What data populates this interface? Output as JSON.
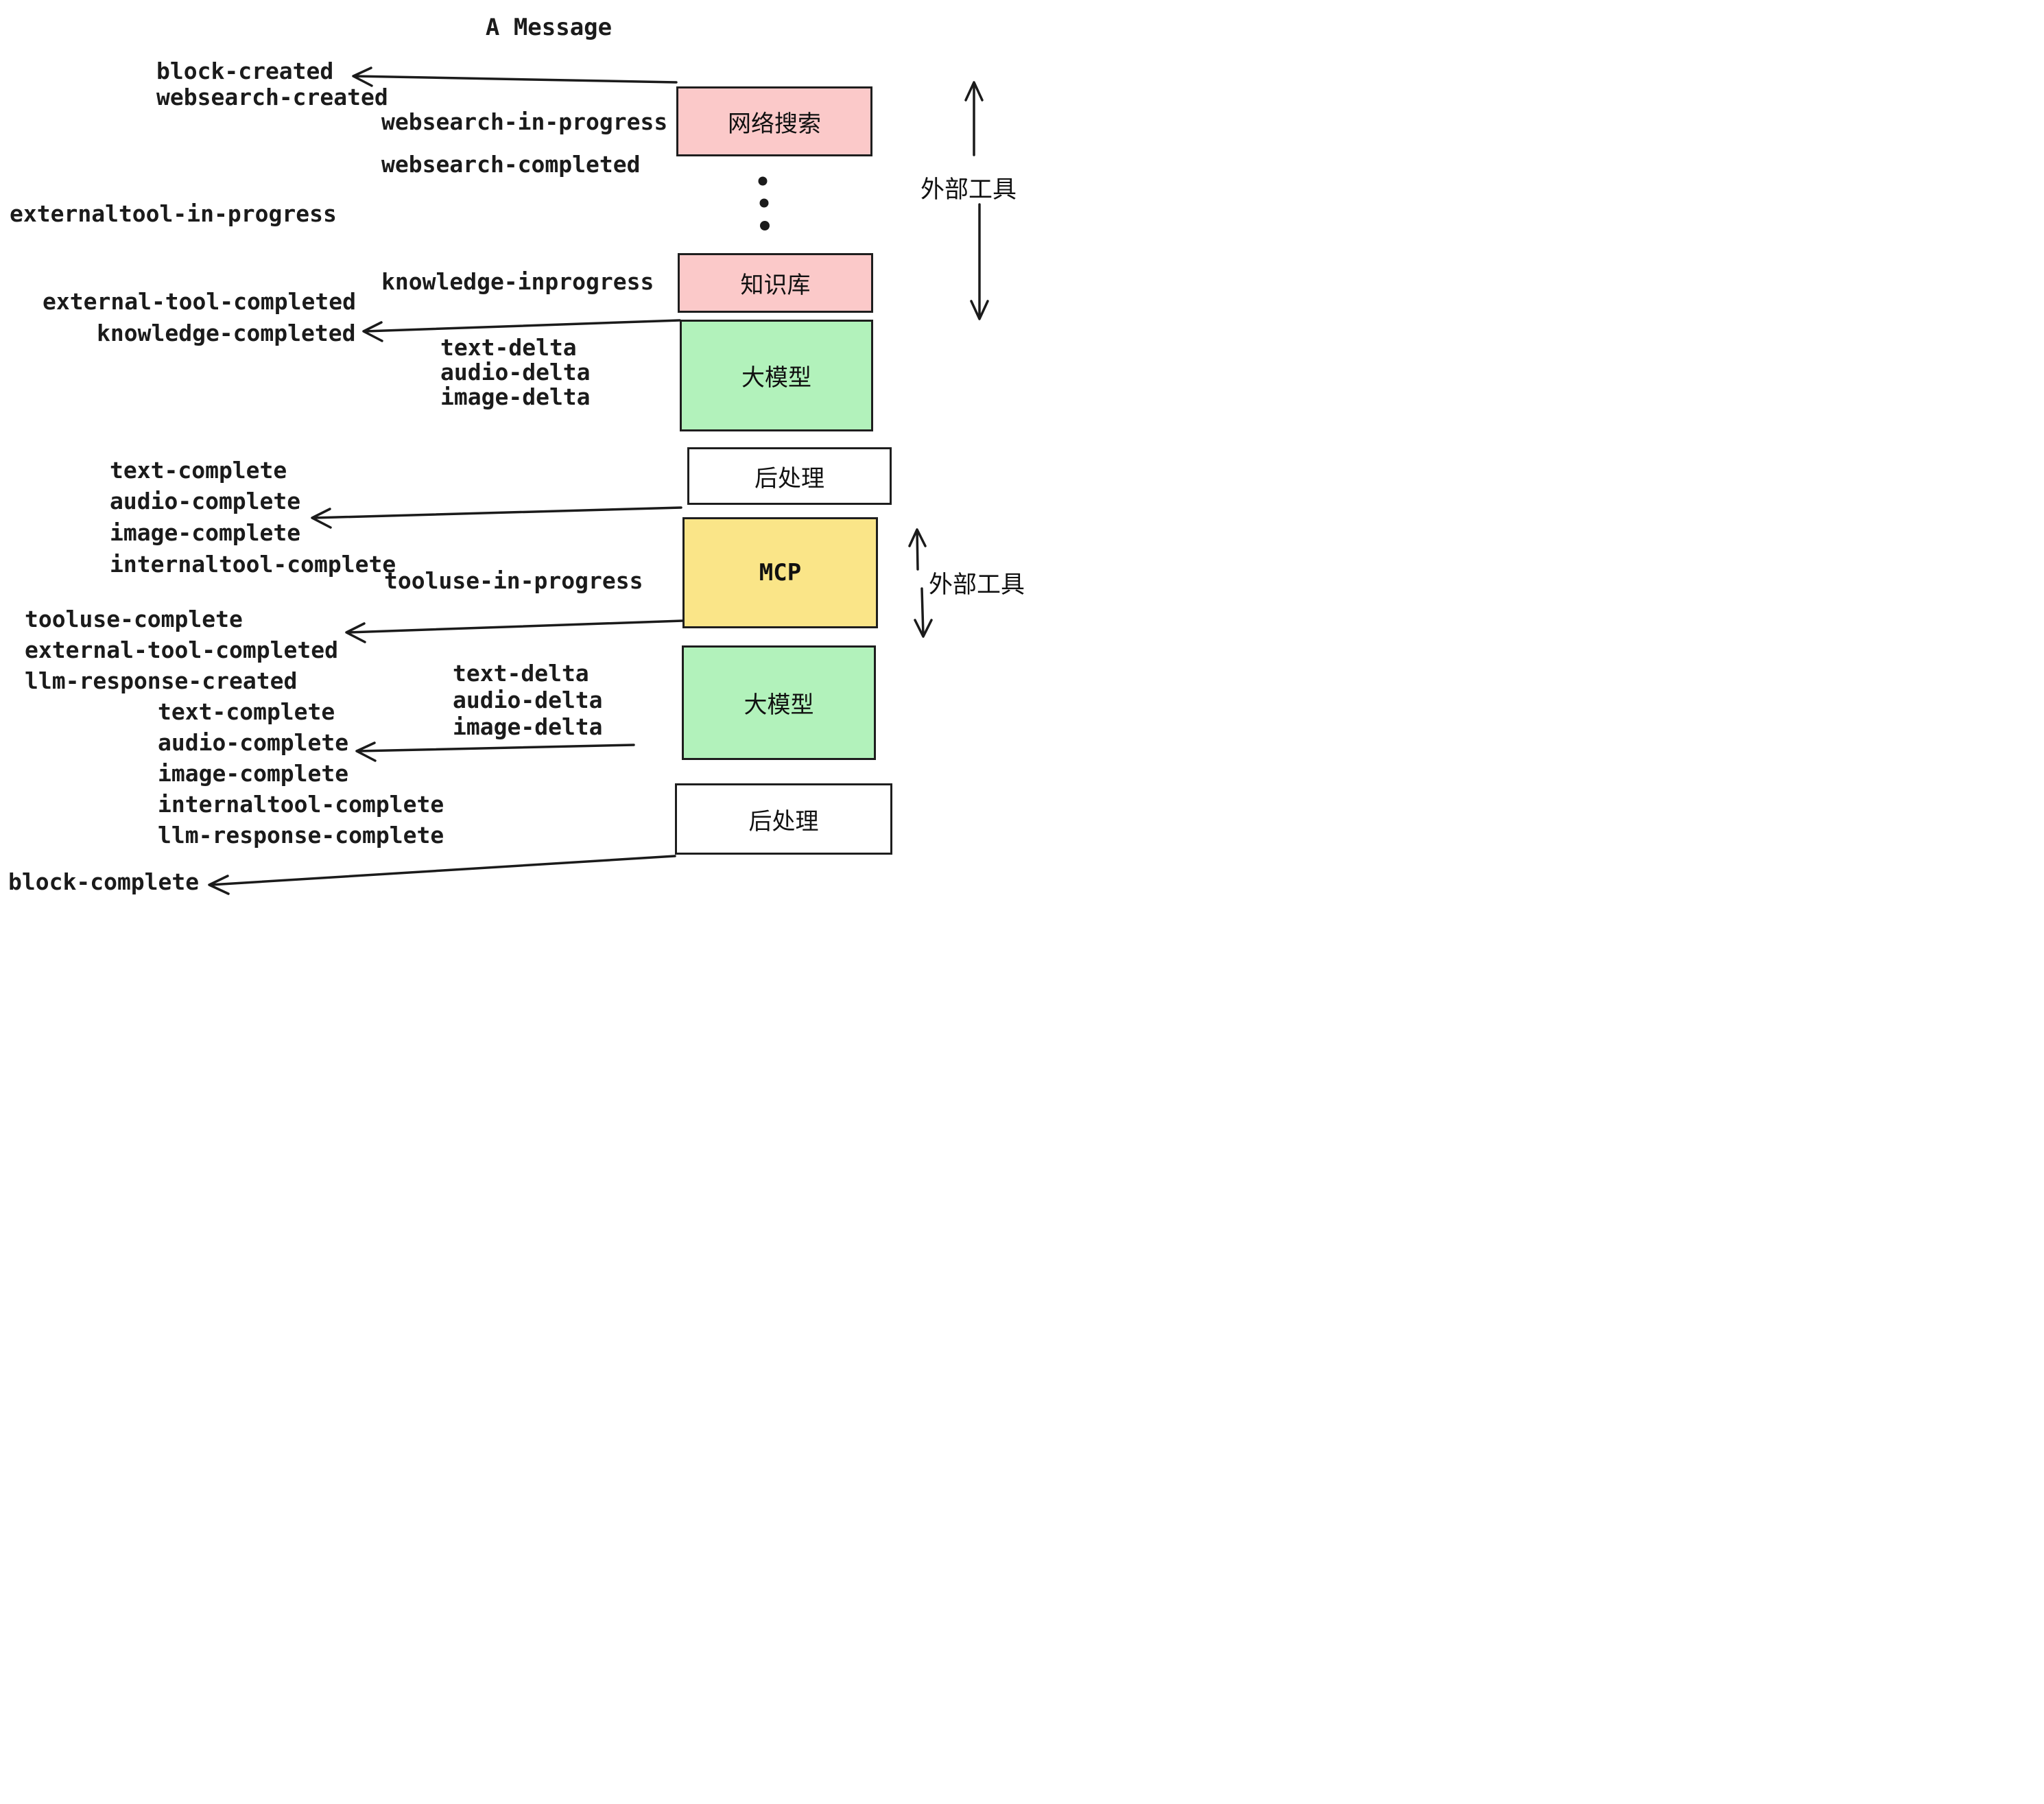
{
  "title": "A Message",
  "boxes": [
    {
      "id": "websearch",
      "label": "网络搜索",
      "color": "#fbc9c9"
    },
    {
      "id": "knowledge",
      "label": "知识库",
      "color": "#fbc9c9"
    },
    {
      "id": "llm-1",
      "label": "大模型",
      "color": "#b2f2bb"
    },
    {
      "id": "post-1",
      "label": "后处理",
      "color": "#ffffff"
    },
    {
      "id": "mcp",
      "label": "MCP",
      "color": "#fae588"
    },
    {
      "id": "llm-2",
      "label": "大模型",
      "color": "#b2f2bb"
    },
    {
      "id": "post-2",
      "label": "后处理",
      "color": "#ffffff"
    }
  ],
  "events": [
    {
      "text": "block-created"
    },
    {
      "text": "websearch-created"
    },
    {
      "text": "websearch-in-progress"
    },
    {
      "text": "websearch-completed"
    },
    {
      "text": "externaltool-in-progress"
    },
    {
      "text": "knowledge-inprogress"
    },
    {
      "text": "external-tool-completed"
    },
    {
      "text": "knowledge-completed"
    },
    {
      "text": "text-delta"
    },
    {
      "text": "audio-delta"
    },
    {
      "text": "image-delta"
    },
    {
      "text": "text-complete"
    },
    {
      "text": "audio-complete"
    },
    {
      "text": "image-complete"
    },
    {
      "text": "internaltool-complete"
    },
    {
      "text": "tooluse-in-progress"
    },
    {
      "text": "tooluse-complete"
    },
    {
      "text": "external-tool-completed"
    },
    {
      "text": "llm-response-created"
    },
    {
      "text": "text-complete"
    },
    {
      "text": "audio-complete"
    },
    {
      "text": "image-complete"
    },
    {
      "text": "internaltool-complete"
    },
    {
      "text": "llm-response-complete"
    },
    {
      "text": "block-complete"
    }
  ],
  "annotations": {
    "external_tool_top": "外部工具",
    "external_tool_bottom": "外部工具"
  },
  "colors": {
    "box_border": "#1e1e1e",
    "text": "#1b1b1b",
    "pink": "#fbc9c9",
    "green": "#b2f2bb",
    "yellow": "#fae588",
    "background": "#ffffff"
  }
}
